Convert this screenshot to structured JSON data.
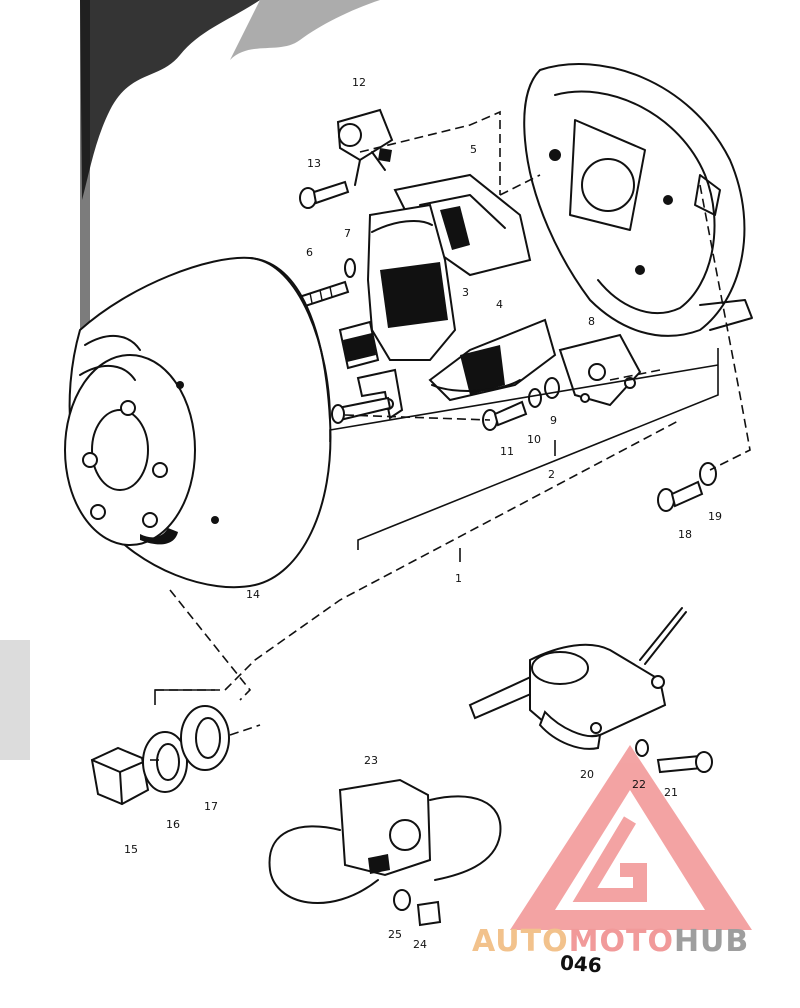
{
  "diagram": {
    "sheet_code": "046",
    "watermark": {
      "auto": "AUTO",
      "moto": "MOTO",
      "hub": "HUB"
    },
    "colors": {
      "ink": "#111111",
      "logo_red": "#f08a8a",
      "logo_orange": "#f2c28c",
      "logo_gray": "#9e9e9e"
    },
    "labels": {
      "p1": "1",
      "p2": "2",
      "p3": "3",
      "p4": "4",
      "p5": "5",
      "p6": "6",
      "p7": "7",
      "p8": "8",
      "p9": "9",
      "p10": "10",
      "p11": "11",
      "p12": "12",
      "p13": "13",
      "p14": "14",
      "p15": "15",
      "p16": "16",
      "p17": "17",
      "p18": "18",
      "p19": "19",
      "p20": "20",
      "p21": "21",
      "p22": "22",
      "p23": "23",
      "p24": "24",
      "p25": "25"
    }
  }
}
